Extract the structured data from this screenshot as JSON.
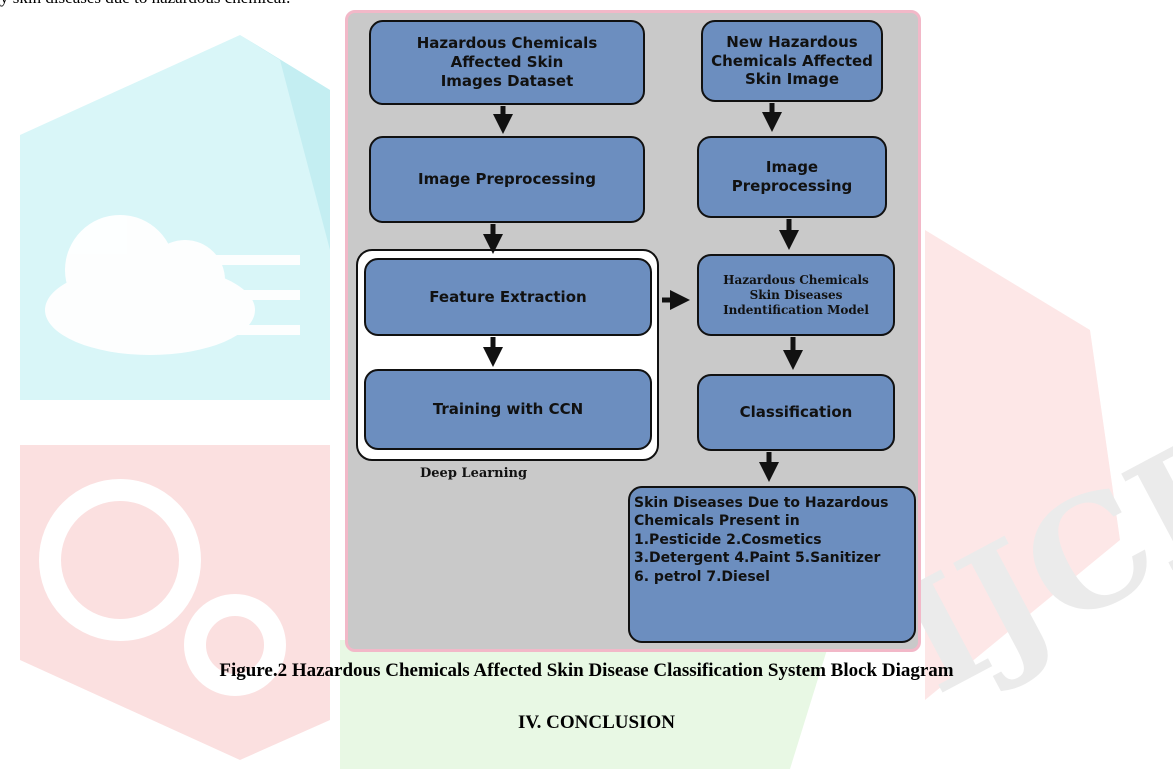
{
  "top_text": "y skin diseases due to hazardous chemical.",
  "diagram": {
    "left_column": {
      "dataset": "Hazardous Chemicals\nAffected  Skin\nImages Dataset",
      "preprocessing": "Image Preprocessing",
      "feature_extraction": "Feature Extraction",
      "training": "Training with CCN",
      "group_label": "Deep Learning"
    },
    "right_column": {
      "new_image": "New Hazardous\nChemicals Affected\nSkin Image",
      "preprocessing": "Image\nPreprocessing",
      "model": "Hazardous Chemicals\nSkin Diseases\nIndentification  Model",
      "classification": "Classification",
      "result": "Skin Diseases Due to Hazardous\nChemicals Present in\n1.Pesticide 2.Cosmetics\n3.Detergent 4.Paint 5.Sanitizer\n6. petrol 7.Diesel"
    },
    "colors": {
      "box_fill": "#6c8ebf",
      "panel_fill": "#c9c9c9",
      "panel_border": "#f2b8c8"
    }
  },
  "caption": "Figure.2 Hazardous Chemicals Affected Skin Disease   Classification System Block Diagram",
  "section_heading": "IV. CONCLUSION",
  "watermark": "IJCRT"
}
